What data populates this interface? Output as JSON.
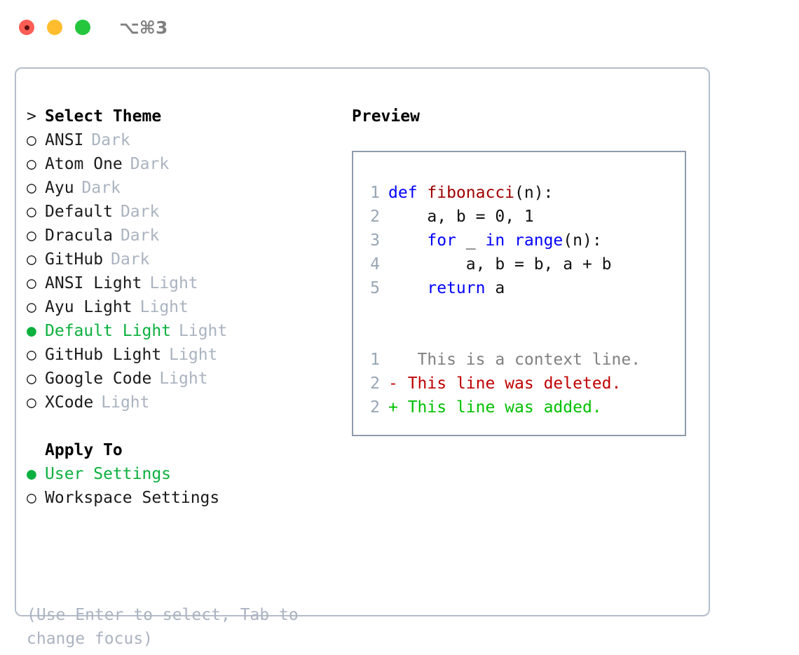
{
  "window": {
    "title": "⌥⌘3",
    "controls": [
      {
        "name": "close",
        "color": "#fd5d55"
      },
      {
        "name": "minimize",
        "color": "#ffbd2e"
      },
      {
        "name": "zoom",
        "color": "#24c63d"
      }
    ]
  },
  "theme_list": {
    "header": {
      "marker": ">",
      "label": "Select Theme"
    },
    "items": [
      {
        "marker": "○",
        "label": "ANSI",
        "badge": "Dark",
        "selected": false
      },
      {
        "marker": "○",
        "label": "Atom One",
        "badge": "Dark",
        "selected": false
      },
      {
        "marker": "○",
        "label": "Ayu",
        "badge": "Dark",
        "selected": false
      },
      {
        "marker": "○",
        "label": "Default",
        "badge": "Dark",
        "selected": false
      },
      {
        "marker": "○",
        "label": "Dracula",
        "badge": "Dark",
        "selected": false
      },
      {
        "marker": "○",
        "label": "GitHub",
        "badge": "Dark",
        "selected": false
      },
      {
        "marker": "○",
        "label": "ANSI Light",
        "badge": "Light",
        "selected": false
      },
      {
        "marker": "○",
        "label": "Ayu Light",
        "badge": "Light",
        "selected": false
      },
      {
        "marker": "●",
        "label": "Default Light",
        "badge": "Light",
        "selected": true
      },
      {
        "marker": "○",
        "label": "GitHub Light",
        "badge": "Light",
        "selected": false
      },
      {
        "marker": "○",
        "label": "Google Code",
        "badge": "Light",
        "selected": false
      },
      {
        "marker": "○",
        "label": "XCode",
        "badge": "Light",
        "selected": false
      }
    ]
  },
  "apply_to": {
    "header": {
      "marker": " ",
      "label": "Apply To"
    },
    "items": [
      {
        "marker": "●",
        "label": "User Settings",
        "selected": true
      },
      {
        "marker": "○",
        "label": "Workspace Settings",
        "selected": false
      }
    ]
  },
  "hint": "(Use Enter to select, Tab to change focus)",
  "preview": {
    "title": "Preview",
    "code_lines": [
      {
        "no": "1",
        "tokens": [
          {
            "t": "def ",
            "c": "kw"
          },
          {
            "t": "fibonacci",
            "c": "fn"
          },
          {
            "t": "(n):",
            "c": "plain"
          }
        ]
      },
      {
        "no": "2",
        "tokens": [
          {
            "t": "    a, b = ",
            "c": "plain"
          },
          {
            "t": "0",
            "c": "num"
          },
          {
            "t": ", ",
            "c": "plain"
          },
          {
            "t": "1",
            "c": "num"
          }
        ]
      },
      {
        "no": "3",
        "tokens": [
          {
            "t": "    ",
            "c": "plain"
          },
          {
            "t": "for",
            "c": "kw"
          },
          {
            "t": " _ ",
            "c": "plain"
          },
          {
            "t": "in",
            "c": "kw"
          },
          {
            "t": " ",
            "c": "plain"
          },
          {
            "t": "range",
            "c": "kw"
          },
          {
            "t": "(n):",
            "c": "plain"
          }
        ]
      },
      {
        "no": "4",
        "tokens": [
          {
            "t": "        a, b = b, a + b",
            "c": "plain"
          }
        ]
      },
      {
        "no": "5",
        "tokens": [
          {
            "t": "    ",
            "c": "plain"
          },
          {
            "t": "return",
            "c": "kw"
          },
          {
            "t": " a",
            "c": "plain"
          }
        ]
      }
    ],
    "diff_lines": [
      {
        "no": "1",
        "sign": " ",
        "text": "  This is a context line.",
        "kind": "ctx"
      },
      {
        "no": "2",
        "sign": "-",
        "text": " This line was deleted.",
        "kind": "del"
      },
      {
        "no": "2",
        "sign": "+",
        "text": " This line was added.",
        "kind": "add"
      }
    ]
  },
  "colors": {
    "accent_green": "#0bb03e",
    "muted": "#aab3c0",
    "border_outer": "#b4bdca",
    "border_inner": "#8d9bab",
    "keyword_blue": "#0000ff",
    "function_red": "#a00000",
    "diff_delete": "#c00000",
    "diff_add": "#00c000"
  }
}
